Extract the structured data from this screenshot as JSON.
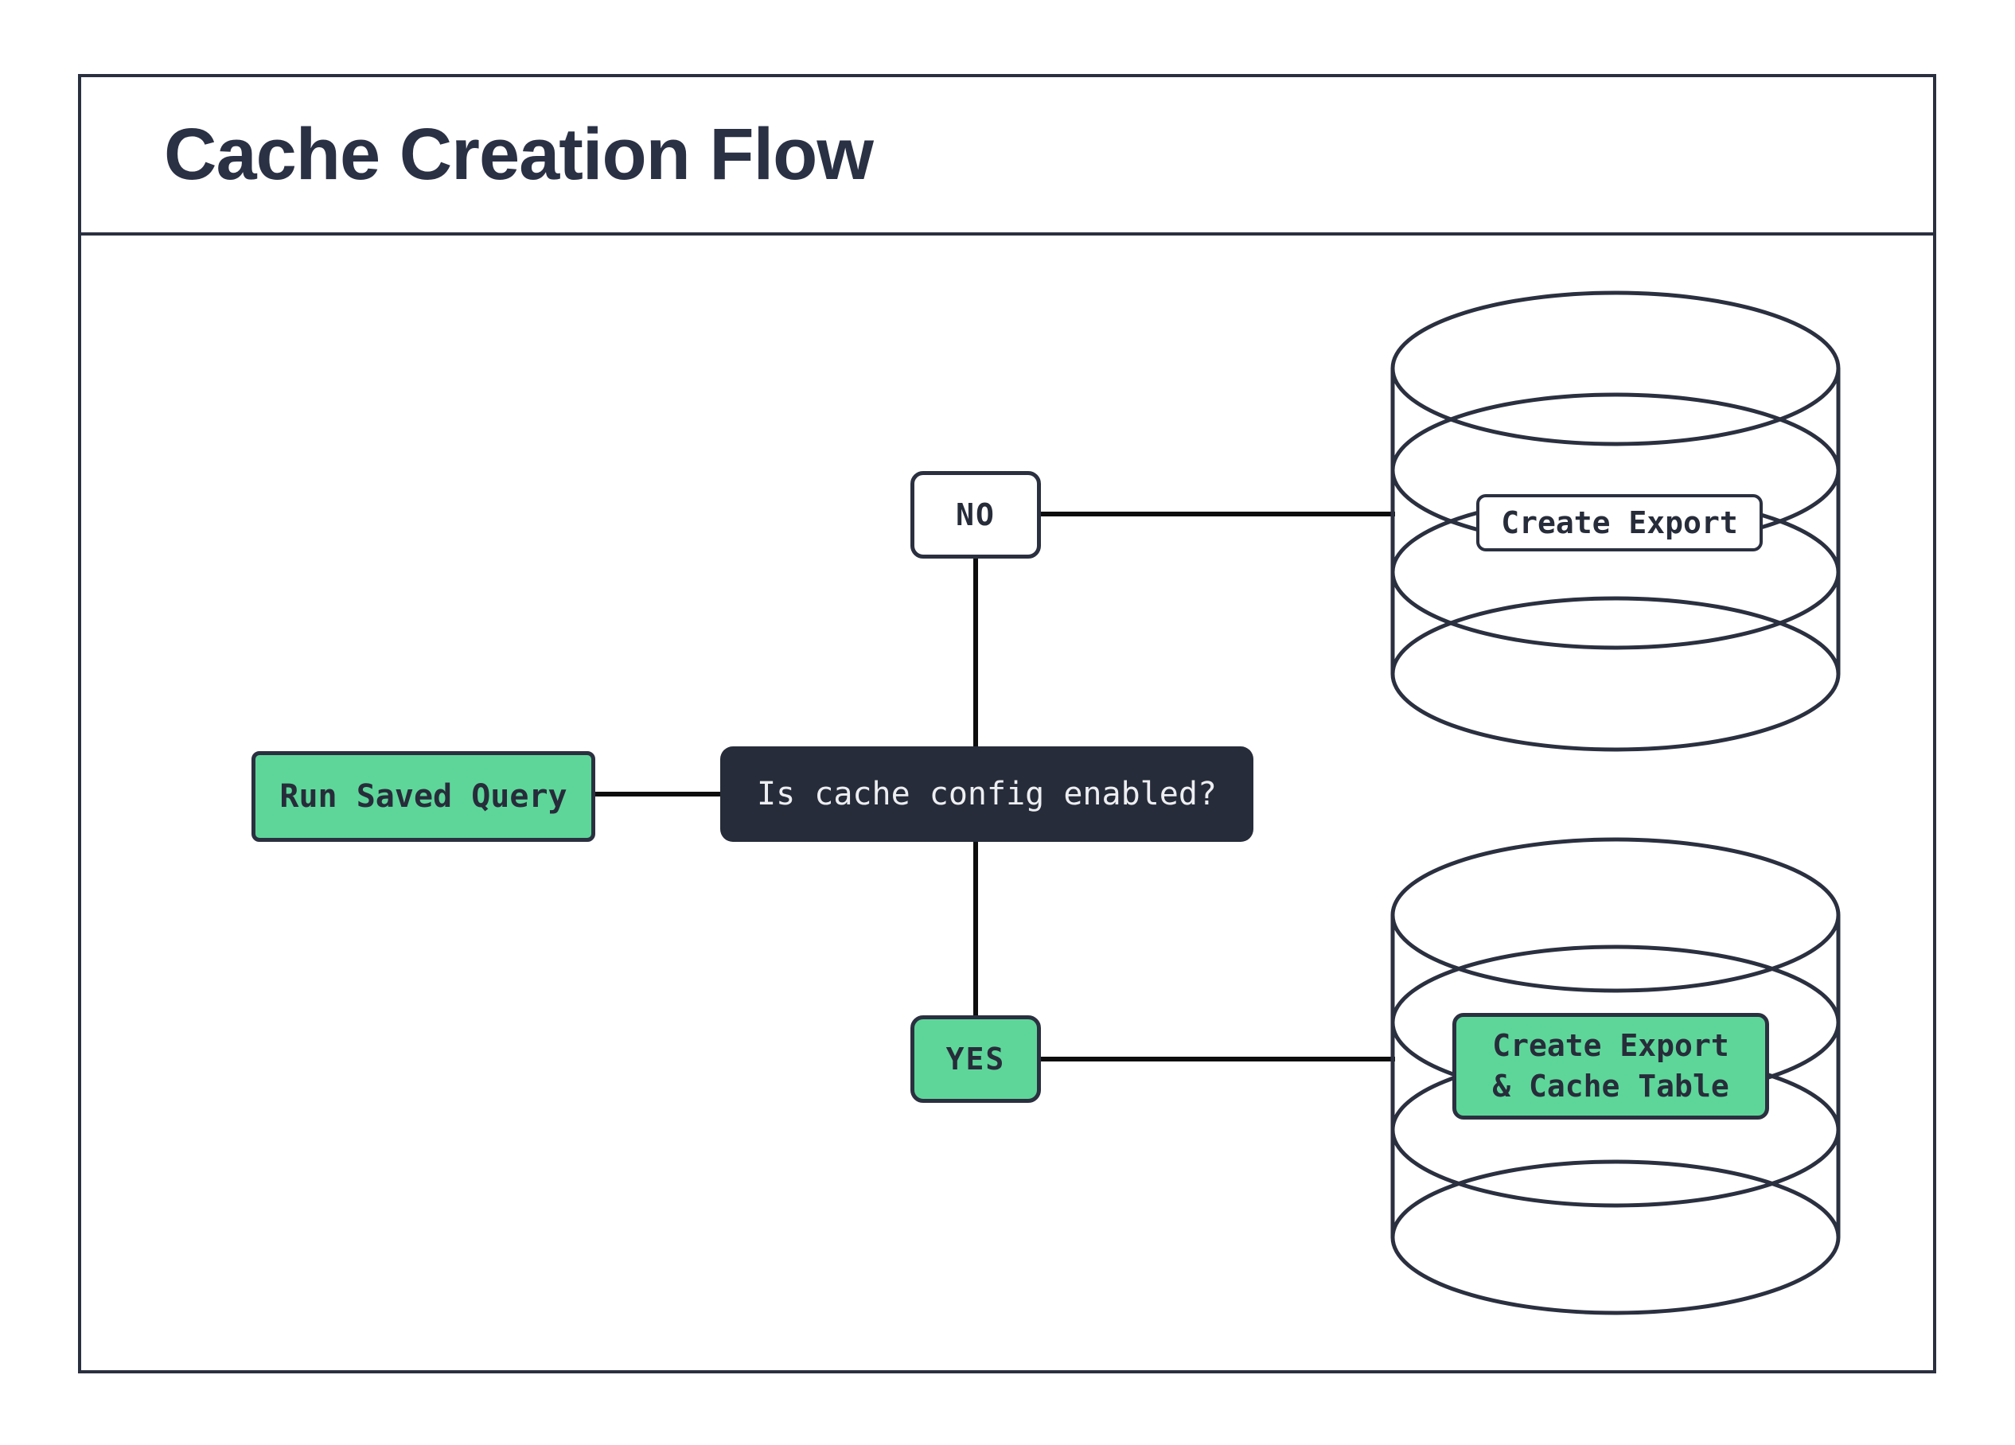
{
  "header": {
    "title": "Cache Creation Flow"
  },
  "flow": {
    "start": {
      "label": "Run Saved Query"
    },
    "decision": {
      "label": "Is cache config enabled?"
    },
    "branch_no": {
      "label": "NO"
    },
    "branch_yes": {
      "label": "YES"
    },
    "outcome_no": {
      "label": "Create Export"
    },
    "outcome_yes": {
      "label_line1": "Create Export",
      "label_line2": "& Cache Table"
    }
  },
  "icons": {
    "outcome_no_icon": "database-cylinder",
    "outcome_yes_icon": "database-cylinder"
  },
  "colors": {
    "dark_navy": "#272c3a",
    "border_stroke": "#2b3040",
    "accent_green": "#5ed69a",
    "connector_black": "#0d0d0d",
    "background": "#ffffff"
  }
}
